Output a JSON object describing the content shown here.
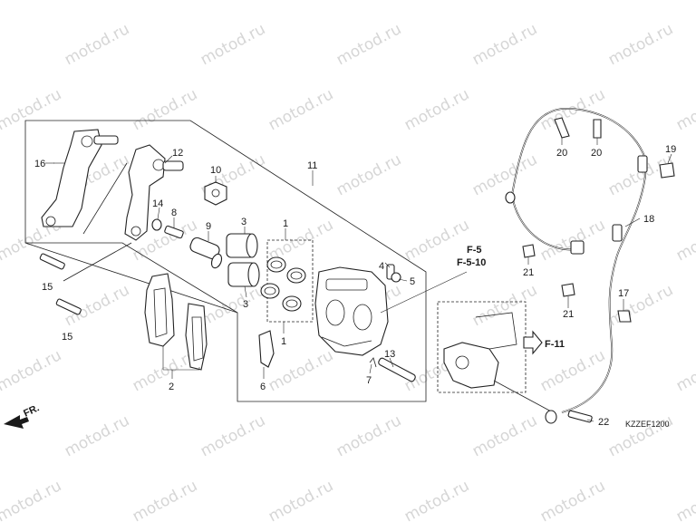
{
  "watermark": "motod.ru",
  "diagram_code": "KZZEF1200",
  "direction_label": "FR.",
  "references": {
    "f5": "F-5",
    "f510": "F-5-10",
    "f11": "F-11"
  },
  "callouts": {
    "c1a": "1",
    "c1b": "1",
    "c2": "2",
    "c3a": "3",
    "c3b": "3",
    "c4": "4",
    "c5": "5",
    "c6": "6",
    "c7": "7",
    "c8": "8",
    "c9": "9",
    "c10": "10",
    "c11": "11",
    "c12": "12",
    "c13": "13",
    "c14": "14",
    "c15a": "15",
    "c15b": "15",
    "c16": "16",
    "c17": "17",
    "c18": "18",
    "c19": "19",
    "c20a": "20",
    "c20b": "20",
    "c21a": "21",
    "c21b": "21",
    "c22": "22"
  }
}
